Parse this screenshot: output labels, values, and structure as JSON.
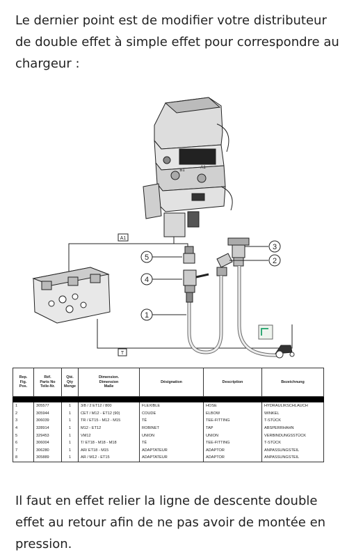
{
  "intro_text": "Le dernier point est de modifier votre distributeur de double effet à simple effet pour correspondre au chargeur :",
  "closing_text": "Il faut en effet relier la ligne de descente double effet au retour afin de ne pas avoir de montée en pression.",
  "figure": {
    "callout_1": "1",
    "callout_2": "2",
    "callout_3": "3",
    "callout_4": "4",
    "callout_5": "5",
    "port_a1": "A1",
    "port_t": "T",
    "label_b1": "B1",
    "label_a1": "A1"
  },
  "parts_table": {
    "headers": {
      "pos": "Rep.\nFig.\nPos.",
      "ref": "Réf.\nParts No\nTeile-Nr.",
      "qty": "Qté.\nQty\nMenge",
      "dim": "Dimension.\nDimension\nMaße",
      "designation": "Désignation",
      "description": "Description",
      "bezeichnung": "Bezeichnung"
    },
    "rows": [
      {
        "pos": "1",
        "ref": "305577",
        "qty": "1",
        "dim": "3/8 / 2 ET12 / 800",
        "designation": "FLEXIBLE",
        "description": "HOSE",
        "bezeichnung": "HYDRAULIKSCHLAUCH"
      },
      {
        "pos": "2",
        "ref": "305944",
        "qty": "1",
        "dim": "CET / M12 - ET12 (90)",
        "designation": "COUDE",
        "description": "ELBOW",
        "bezeichnung": "WINKEL"
      },
      {
        "pos": "3",
        "ref": "306039",
        "qty": "1",
        "dim": "TR / ET15 - M12 - M15",
        "designation": "TÉ",
        "description": "TEE-FITTING",
        "bezeichnung": "T-STÜCK"
      },
      {
        "pos": "4",
        "ref": "328914",
        "qty": "1",
        "dim": "M12 - ET12",
        "designation": "ROBINET",
        "description": "TAP",
        "bezeichnung": "ABSPERRHAHN"
      },
      {
        "pos": "5",
        "ref": "329453",
        "qty": "1",
        "dim": "VM12",
        "designation": "UNION",
        "description": "UNION",
        "bezeichnung": "VERBINDUNGSSTÜCK"
      },
      {
        "pos": "6",
        "ref": "306004",
        "qty": "1",
        "dim": "T/ ET18 - M18 - M18",
        "designation": "TÉ",
        "description": "TEE-FITTING",
        "bezeichnung": "T-STÜCK"
      },
      {
        "pos": "7",
        "ref": "306280",
        "qty": "1",
        "dim": "AR/ ET18 - M15",
        "designation": "ADAPTATEUR",
        "description": "ADAPTOR",
        "bezeichnung": "ANPASSUNGSTEIL"
      },
      {
        "pos": "8",
        "ref": "305889",
        "qty": "1",
        "dim": "AR / M12 - ET15",
        "designation": "ADAPTATEUR",
        "description": "ADAPTOR",
        "bezeichnung": "ANPASSUNGSTEIL"
      }
    ]
  }
}
